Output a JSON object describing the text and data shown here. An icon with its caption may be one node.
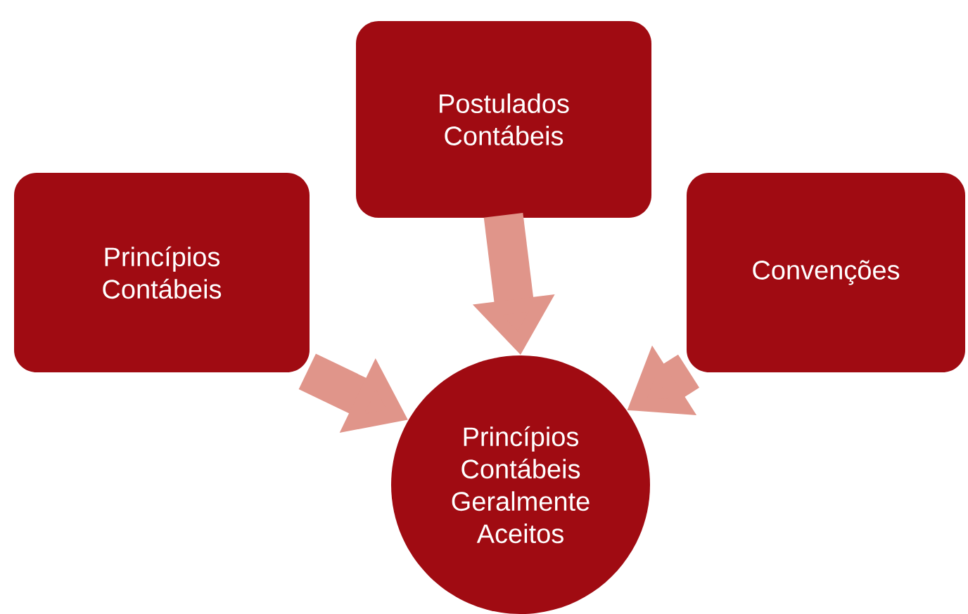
{
  "diagram": {
    "nodes": [
      {
        "text": [
          "Princípios Contábeis"
        ]
      },
      {
        "text": [
          "Postulados Contábeis"
        ]
      },
      {
        "text": [
          "Convenções"
        ]
      },
      {
        "text": [
          "Princípios Contábeis Geralmente Aceitos"
        ]
      }
    ],
    "edges": [
      {
        "from": 0,
        "to": 3,
        "arrow": "to"
      },
      {
        "from": 1,
        "to": 3,
        "arrow": "to"
      },
      {
        "from": 2,
        "to": 3,
        "arrow": "to"
      }
    ]
  }
}
